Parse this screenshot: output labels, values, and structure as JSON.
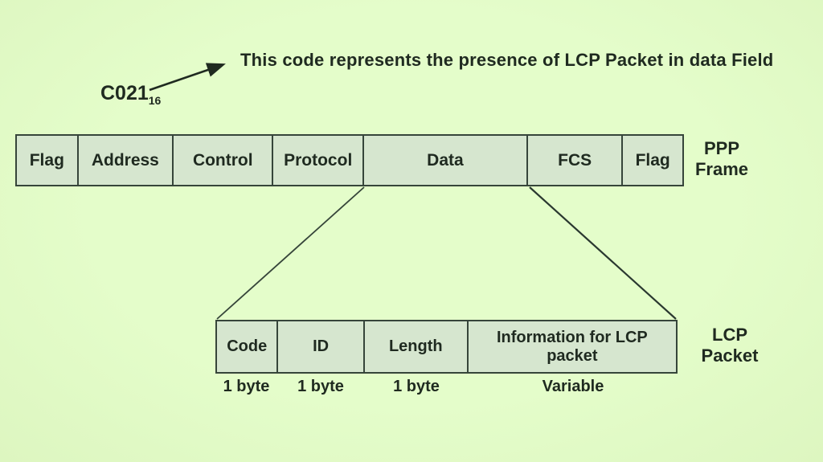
{
  "colors": {
    "background": "#e3fcc9",
    "cell_fill": "#d6e6cf",
    "border": "#36453a",
    "text": "#1f2a20"
  },
  "annotation": {
    "code_label": "C021",
    "code_subscript": "16",
    "note": "This code represents the presence of LCP Packet in data Field"
  },
  "ppp_frame": {
    "label_line1": "PPP",
    "label_line2": "Frame",
    "fields": [
      {
        "name": "Flag"
      },
      {
        "name": "Address"
      },
      {
        "name": "Control"
      },
      {
        "name": "Protocol"
      },
      {
        "name": "Data"
      },
      {
        "name": "FCS"
      },
      {
        "name": "Flag"
      }
    ]
  },
  "lcp_packet": {
    "label_line1": "LCP",
    "label_line2": "Packet",
    "fields": [
      {
        "name": "Code",
        "size": "1 byte"
      },
      {
        "name": "ID",
        "size": "1 byte"
      },
      {
        "name": "Length",
        "size": "1 byte"
      },
      {
        "name": "Information for LCP packet",
        "size": "Variable"
      }
    ]
  }
}
